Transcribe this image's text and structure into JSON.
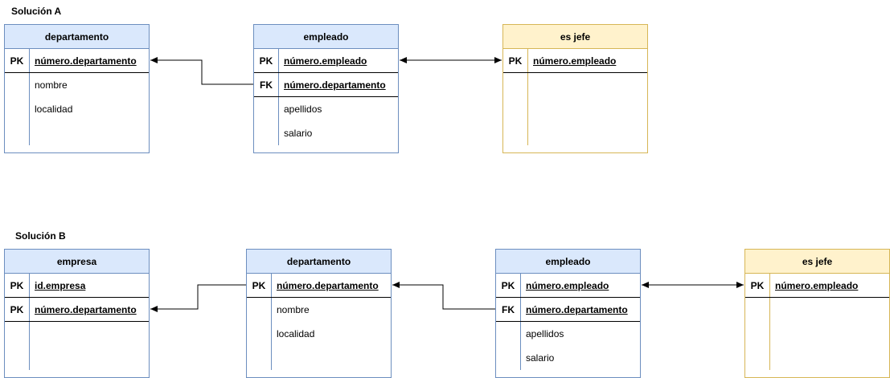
{
  "solution_a": {
    "title": "Solución A",
    "departamento": {
      "title": "departamento",
      "pk": {
        "key": "PK",
        "field": "número.departamento"
      },
      "fields": [
        "nombre",
        "localidad"
      ]
    },
    "empleado": {
      "title": "empleado",
      "pk": {
        "key": "PK",
        "field": "número.empleado"
      },
      "fk": {
        "key": "FK",
        "field": "número.departamento"
      },
      "fields": [
        "apellidos",
        "salario"
      ]
    },
    "es_jefe": {
      "title": "es jefe",
      "pk": {
        "key": "PK",
        "field": "número.empleado"
      }
    }
  },
  "solution_b": {
    "title": "Solución B",
    "empresa": {
      "title": "empresa",
      "pk1": {
        "key": "PK",
        "field": "id.empresa"
      },
      "pk2": {
        "key": "PK",
        "field": "número.departamento"
      }
    },
    "departamento": {
      "title": "departamento",
      "pk": {
        "key": "PK",
        "field": "número.departamento"
      },
      "fields": [
        "nombre",
        "localidad"
      ]
    },
    "empleado": {
      "title": "empleado",
      "pk": {
        "key": "PK",
        "field": "número.empleado"
      },
      "fk": {
        "key": "FK",
        "field": "número.departamento"
      },
      "fields": [
        "apellidos",
        "salario"
      ]
    },
    "es_jefe": {
      "title": "es jefe",
      "pk": {
        "key": "PK",
        "field": "número.empleado"
      }
    }
  },
  "colors": {
    "blue_border": "#6c8ebf",
    "blue_fill": "#dae8fc",
    "yellow_border": "#d6b656",
    "yellow_fill": "#fff2cc"
  }
}
